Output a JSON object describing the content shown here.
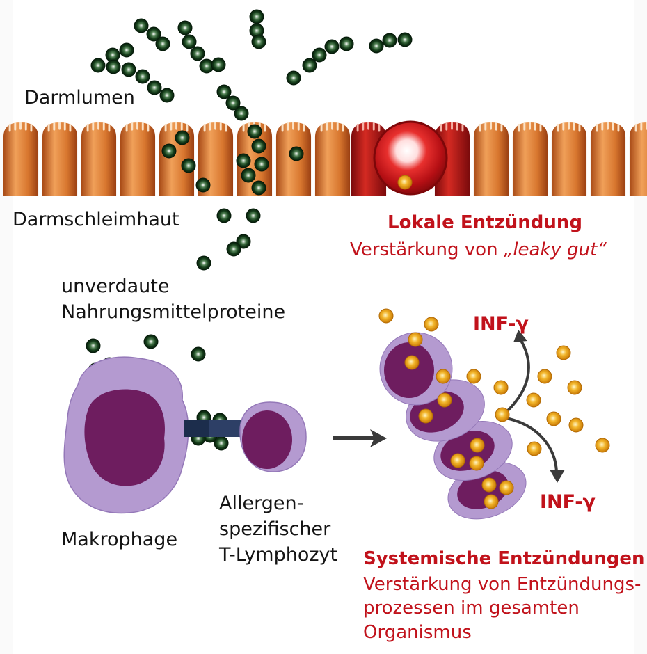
{
  "labels": {
    "lumen": "Darmlumen",
    "mucosa": "Darmschleimhaut",
    "local_title": "Lokale Entzündung",
    "local_sub_prefix": "Verstärkung von ",
    "local_sub_em": "„leaky gut“",
    "proteins_line1": "unverdaute",
    "proteins_line2": "Nahrungsmittelproteine",
    "macrophage": "Makrophage",
    "tcell_line1": "Allergen-",
    "tcell_line2": "spezifischer",
    "tcell_line3": "T-Lymphozyt",
    "systemic_title": "Systemische Entzündungen",
    "systemic_line1": "Verstärkung von Entzündungs-",
    "systemic_line2": "prozessen im gesamten",
    "systemic_line3": "Organismus",
    "inf_top": "INF-γ",
    "inf_bottom": "INF-γ"
  },
  "colors": {
    "villi": "#d4752b",
    "inflamed": "#b50f14",
    "protein": "#0f3316",
    "cytokine": "#e39a12",
    "cell_membrane": "#b49ad0",
    "cell_nucleus": "#6e1d5f",
    "text_red": "#c1121b"
  }
}
